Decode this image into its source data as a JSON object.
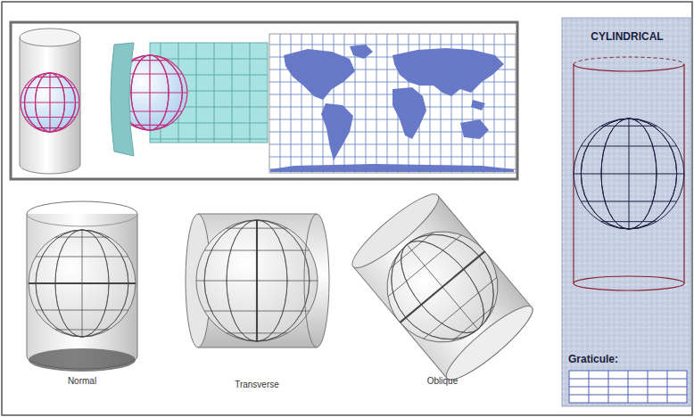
{
  "diagram": {
    "labels": [
      "CYLINDRICAL",
      "Graticule:",
      "Normal",
      "Transverse",
      "Oblique"
    ]
  }
}
